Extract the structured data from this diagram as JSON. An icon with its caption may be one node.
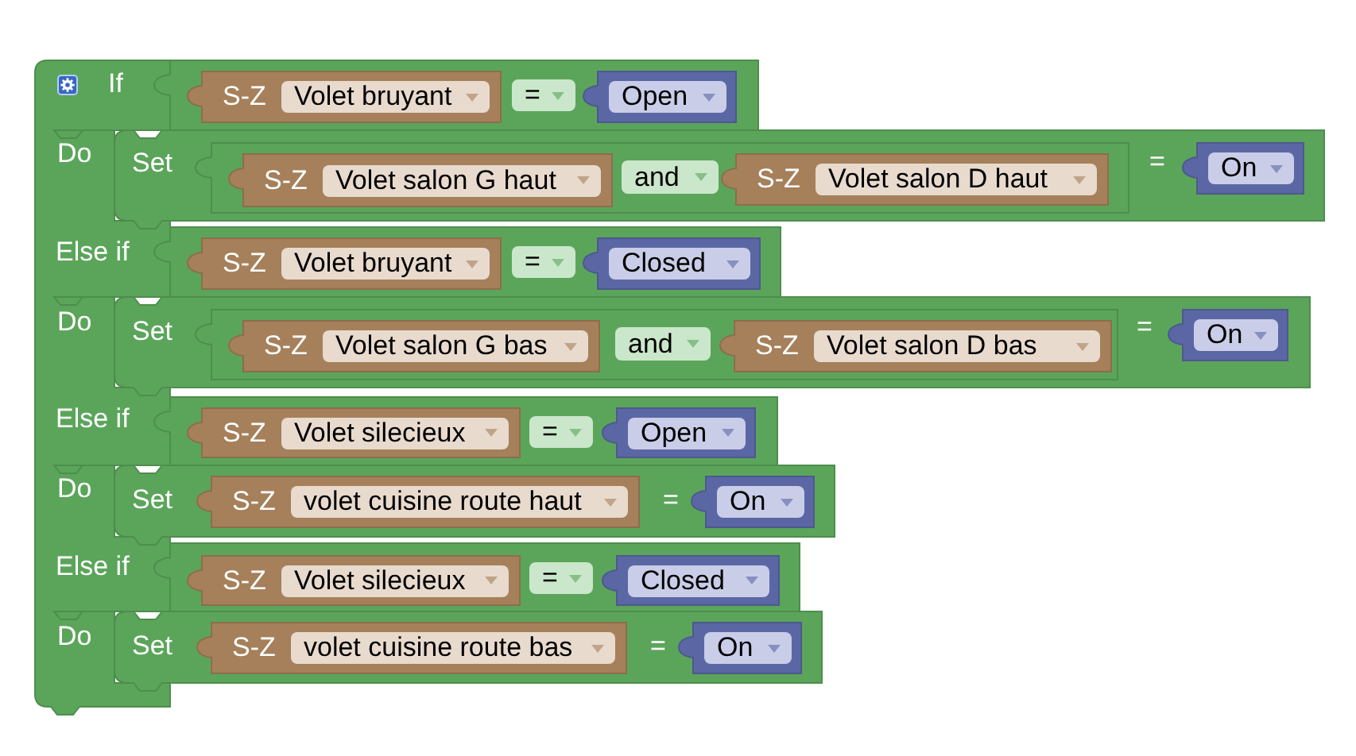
{
  "diagram": {
    "nodes": [
      {
        "text": [
          "If",
          "Do",
          "Else if",
          "Do",
          "Else if",
          "Do",
          "Else if",
          "Do"
        ]
      },
      {
        "text": [
          "="
        ]
      },
      {
        "text": [
          "S-Z",
          "Volet bruyant"
        ],
        "in": 1
      },
      {
        "text": [
          "Open"
        ],
        "in": 1
      },
      {
        "text": [
          "Set",
          "="
        ]
      },
      {
        "text": [
          "and"
        ],
        "in": 4
      },
      {
        "text": [
          "S-Z",
          "Volet salon G haut"
        ],
        "in": 5
      },
      {
        "text": [
          "S-Z",
          "Volet salon D haut"
        ],
        "in": 5
      },
      {
        "text": [
          "On"
        ],
        "in": 4
      },
      {
        "text": [
          "="
        ]
      },
      {
        "text": [
          "S-Z",
          "Volet bruyant"
        ],
        "in": 9
      },
      {
        "text": [
          "Closed"
        ],
        "in": 9
      },
      {
        "text": [
          "Set",
          "="
        ]
      },
      {
        "text": [
          "and"
        ],
        "in": 12
      },
      {
        "text": [
          "S-Z",
          "Volet salon G bas"
        ],
        "in": 13
      },
      {
        "text": [
          "S-Z",
          "Volet salon D bas"
        ],
        "in": 13
      },
      {
        "text": [
          "On"
        ],
        "in": 12
      },
      {
        "text": [
          "="
        ]
      },
      {
        "text": [
          "S-Z",
          "Volet silecieux"
        ],
        "in": 17
      },
      {
        "text": [
          "Open"
        ],
        "in": 17
      },
      {
        "text": [
          "Set",
          "="
        ]
      },
      {
        "text": [
          "S-Z",
          "volet cuisine route haut"
        ],
        "in": 20
      },
      {
        "text": [
          "On"
        ],
        "in": 20
      },
      {
        "text": [
          "="
        ]
      },
      {
        "text": [
          "S-Z",
          "Volet silecieux"
        ],
        "in": 23
      },
      {
        "text": [
          "Closed"
        ],
        "in": 23
      },
      {
        "text": [
          "Set",
          "="
        ]
      },
      {
        "text": [
          "S-Z",
          "volet cuisine route bas"
        ],
        "in": 26
      },
      {
        "text": [
          "On"
        ],
        "in": 26
      }
    ]
  }
}
